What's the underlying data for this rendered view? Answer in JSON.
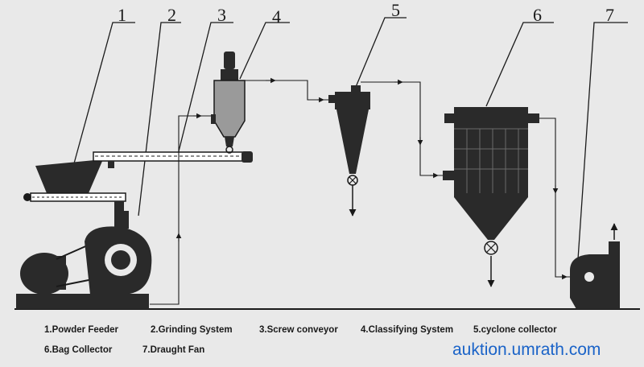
{
  "callouts": [
    "1",
    "2",
    "3",
    "4",
    "5",
    "6",
    "7"
  ],
  "legend": [
    "1.Powder Feeder",
    "2.Grinding System",
    "3.Screw conveyor",
    "4.Classifying System",
    "5.cyclone collector",
    "6.Bag Collector",
    "7.Draught Fan"
  ],
  "watermark": "auktion.umrath.com",
  "colors": {
    "line": "#1a1a1a",
    "equipment": "#2a2a2a",
    "background": "#e9e9e9",
    "watermark": "#1a63c8"
  }
}
